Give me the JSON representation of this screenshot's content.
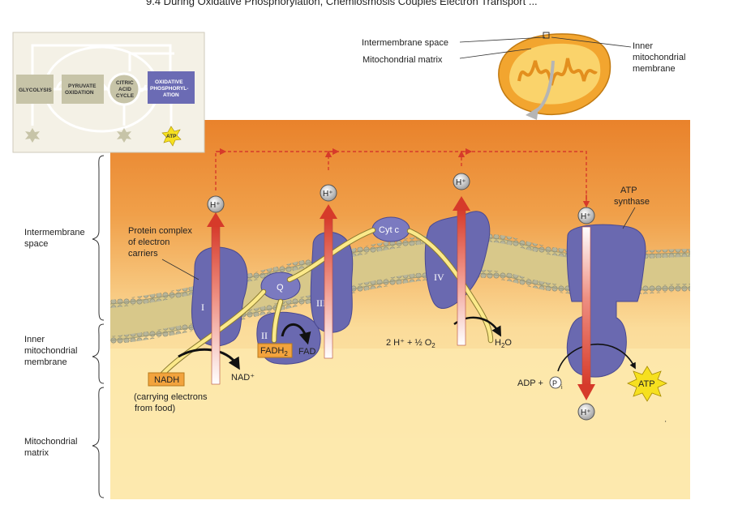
{
  "header": {
    "title_faded": "9.4 During Oxidative Phosphorylation, Chemiosmosis Couples Electron Transport ..."
  },
  "inset": {
    "glycolysis": "GLYCOLYSIS",
    "pyruvate_1": "PYRUVATE",
    "pyruvate_2": "OXIDATION",
    "citric_1": "CITRIC",
    "citric_2": "ACID",
    "citric_3": "CYCLE",
    "oxphos_1": "OXIDATIVE",
    "oxphos_2": "PHOSPHORYL-",
    "oxphos_3": "ATION",
    "atp": "ATP"
  },
  "mito_labels": {
    "intermembrane": "Intermembrane space",
    "matrix": "Mitochondrial matrix",
    "inner_1": "Inner",
    "inner_2": "mitochondrial",
    "inner_3": "membrane"
  },
  "side_labels": {
    "ims_1": "Intermembrane",
    "ims_2": "space",
    "imm_1": "Inner",
    "imm_2": "mitochondrial",
    "imm_3": "membrane",
    "mm_1": "Mitochondrial",
    "mm_2": "matrix"
  },
  "complexes": {
    "I": "I",
    "II": "II",
    "III": "III",
    "IV": "IV",
    "Q": "Q",
    "cytc": "Cyt c"
  },
  "labels": {
    "protein_1": "Protein complex",
    "protein_2": "of electron",
    "protein_3": "carriers",
    "atp_synthase_1": "ATP",
    "atp_synthase_2": "synthase",
    "nadh": "NADH",
    "nad_plus": "NAD⁺",
    "carrying_1": "(carrying electrons",
    "carrying_2": "from food)",
    "fadh2_a": "FADH",
    "fadh2_b": "2",
    "fad": "FAD",
    "water_eq_a": "2 H⁺ + ½ O",
    "water_eq_b": "2",
    "h2o_a": "H",
    "h2o_b": "2",
    "h2o_c": "O",
    "adp_a": "ADP +",
    "pi_p": "P",
    "pi_i": "i",
    "atp": "ATP",
    "hplus": "H⁺"
  },
  "colors": {
    "ims_top": "#e8862e",
    "matrix": "#fbe7a3",
    "protein": "#6a69b0",
    "arrow_red": "#d63a2a",
    "electron_path": "#f6e27a",
    "label_box": "#f2a33d"
  }
}
